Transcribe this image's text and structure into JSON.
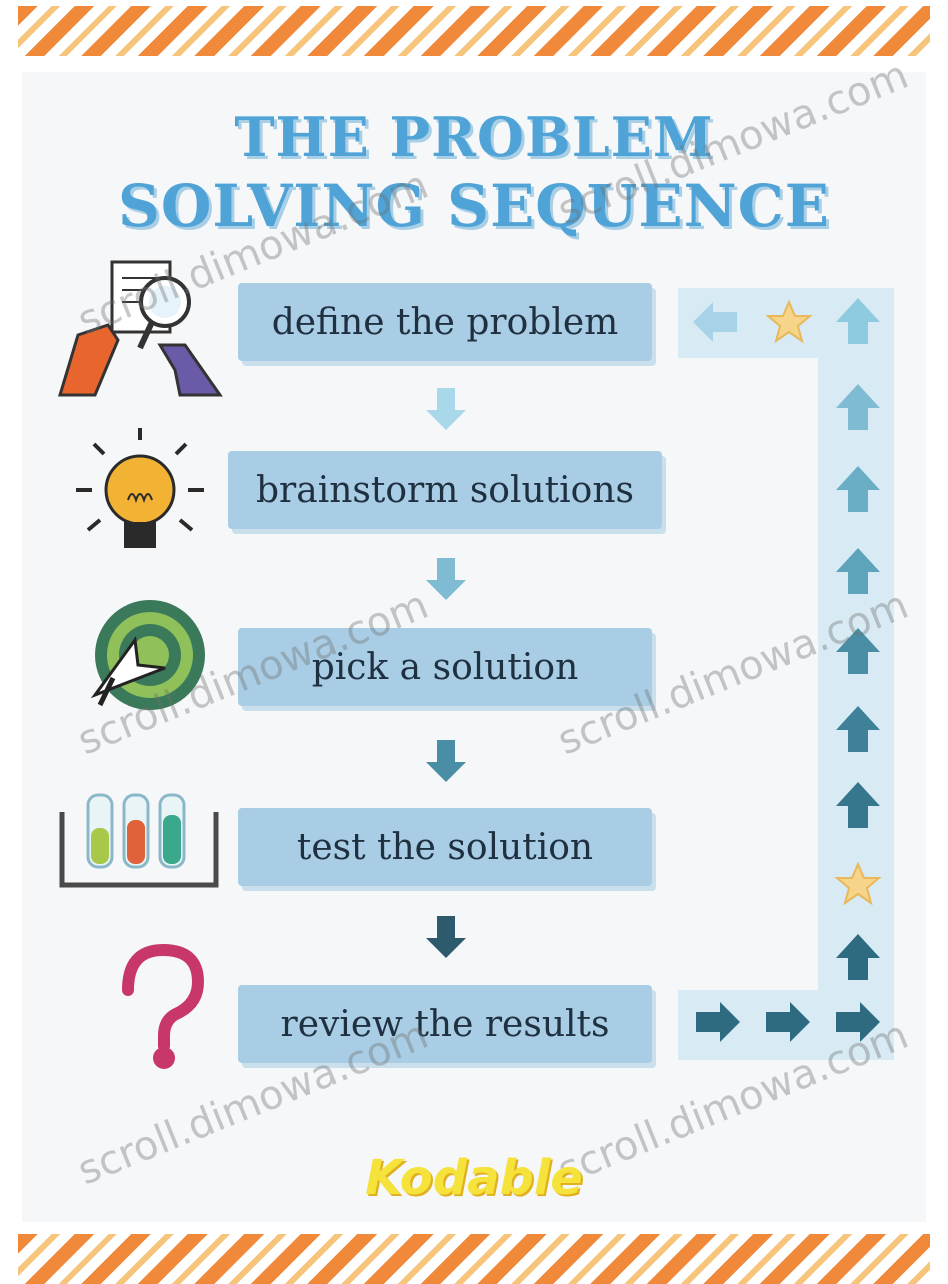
{
  "poster": {
    "title_line1": "THE PROBLEM",
    "title_line2": "SOLVING SEQUENCE",
    "logo_text": "Kodable",
    "watermark": "scroll.dimowa.com"
  },
  "steps": [
    {
      "label": "define the problem",
      "icon": "hands-magnifier-icon"
    },
    {
      "label": "brainstorm solutions",
      "icon": "lightbulb-icon"
    },
    {
      "label": "pick a solution",
      "icon": "target-cursor-icon"
    },
    {
      "label": "test the solution",
      "icon": "test-tubes-icon"
    },
    {
      "label": "review the results",
      "icon": "question-mark-icon"
    }
  ],
  "colors": {
    "stripe_orange": "#f08a3a",
    "step_box": "#a8cde4",
    "title_blue": "#4fa3d6",
    "arrow_dark": "#2e6a80",
    "arrow_light": "#8fcbe0"
  }
}
